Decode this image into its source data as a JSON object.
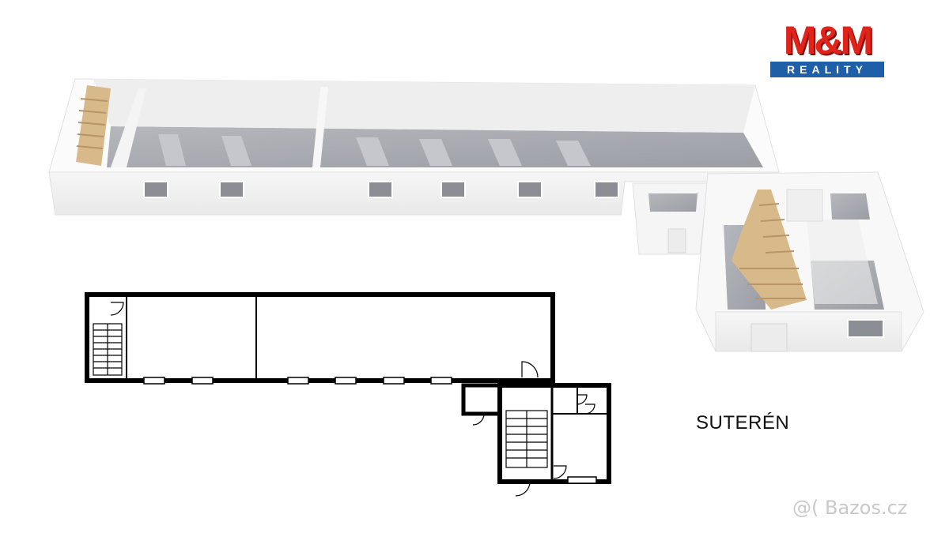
{
  "logo": {
    "brand": "M&M",
    "tagline": "REALITY",
    "red": "#e2231a",
    "blue": "#1f5fa8"
  },
  "floor_label": "SUTERÉN",
  "watermark": "@( Bazos.cz",
  "colors": {
    "wall": "#f2f2f2",
    "floor": "#a9abb2",
    "stairs": "#d8b98a",
    "plan_wall": "#000000"
  }
}
